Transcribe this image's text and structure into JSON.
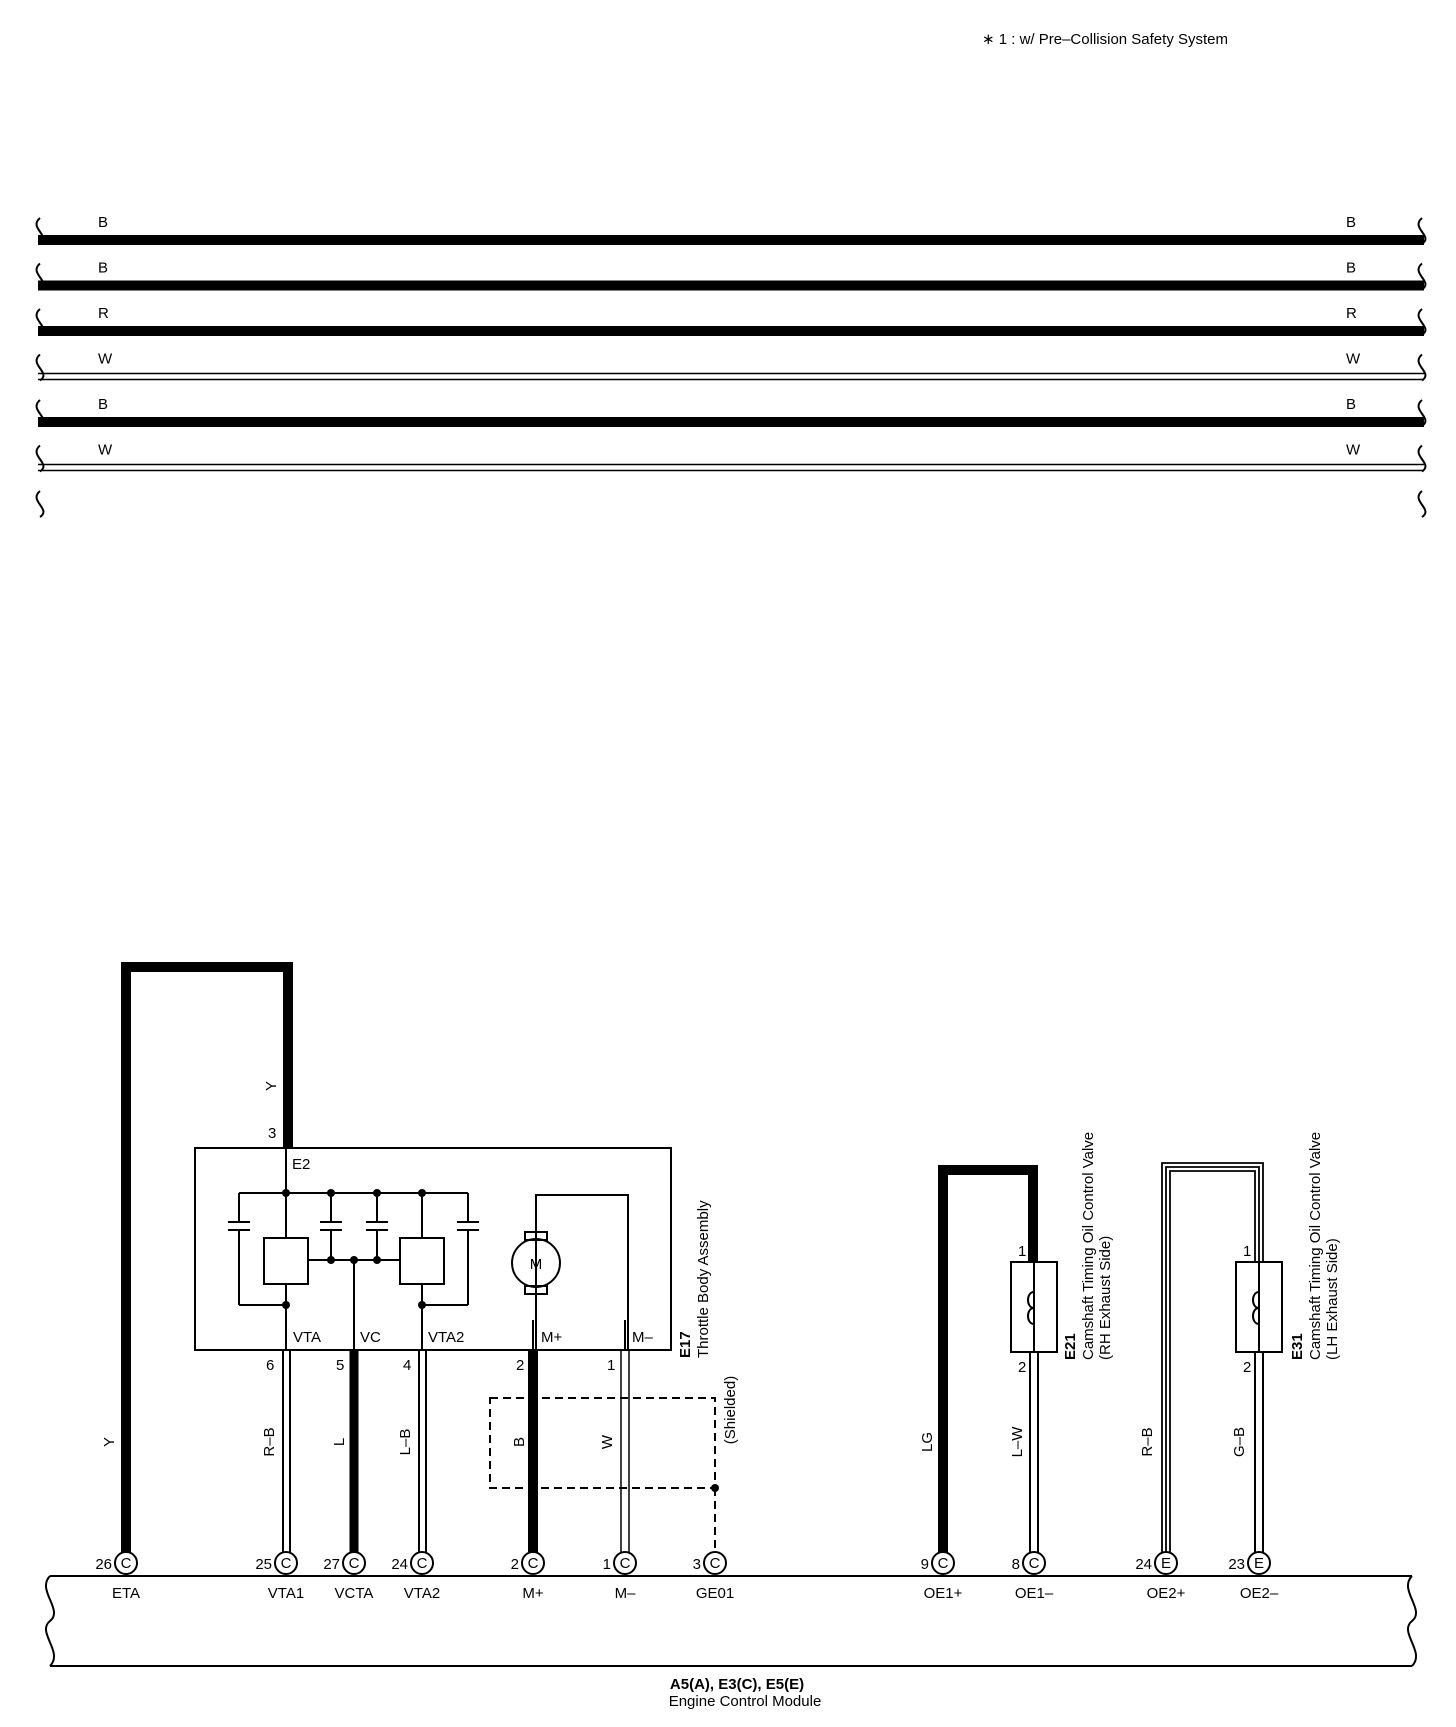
{
  "note": "∗ 1 : w/ Pre–Collision Safety System",
  "bus_wires": [
    {
      "color": "B",
      "style": "thick"
    },
    {
      "color": "B",
      "style": "thick"
    },
    {
      "color": "R",
      "style": "thick"
    },
    {
      "color": "W",
      "style": "double"
    },
    {
      "color": "B",
      "style": "thick"
    },
    {
      "color": "W",
      "style": "double"
    }
  ],
  "throttle": {
    "connector": "E17",
    "name": "Throttle Body Assembly",
    "e2_label": "E2",
    "e2_pin": "3",
    "terminals": [
      {
        "label": "VTA",
        "pin": "6"
      },
      {
        "label": "VC",
        "pin": "5"
      },
      {
        "label": "VTA2",
        "pin": "4"
      },
      {
        "label": "M+",
        "pin": "2"
      },
      {
        "label": "M–",
        "pin": "1"
      }
    ],
    "motor_symbol": "M",
    "shielded_label": "(Shielded)"
  },
  "cam_rh": {
    "connector": "E21",
    "name": "Camshaft Timing Oil Control Valve",
    "side": "(RH Exhaust Side)",
    "pin_top": "1",
    "pin_bottom": "2"
  },
  "cam_lh": {
    "connector": "E31",
    "name": "Camshaft Timing Oil Control Valve",
    "side": "(LH Exhaust Side)",
    "pin_top": "1",
    "pin_bottom": "2"
  },
  "wire_colors": {
    "eta_upper": "Y",
    "eta_lower": "Y",
    "vta1": "R–B",
    "vcta": "L",
    "vta2": "L–B",
    "mplus": "B",
    "mminus": "W",
    "oe1plus": "LG",
    "oe1minus": "L–W",
    "oe2plus": "R–B",
    "oe2minus": "G–B"
  },
  "ecm_pins": [
    {
      "num": "26",
      "conn": "C",
      "name": "ETA"
    },
    {
      "num": "25",
      "conn": "C",
      "name": "VTA1"
    },
    {
      "num": "27",
      "conn": "C",
      "name": "VCTA"
    },
    {
      "num": "24",
      "conn": "C",
      "name": "VTA2"
    },
    {
      "num": "2",
      "conn": "C",
      "name": "M+"
    },
    {
      "num": "1",
      "conn": "C",
      "name": "M–"
    },
    {
      "num": "3",
      "conn": "C",
      "name": "GE01"
    },
    {
      "num": "9",
      "conn": "C",
      "name": "OE1+"
    },
    {
      "num": "8",
      "conn": "C",
      "name": "OE1–"
    },
    {
      "num": "24",
      "conn": "E",
      "name": "OE2+"
    },
    {
      "num": "23",
      "conn": "E",
      "name": "OE2–"
    }
  ],
  "ecm": {
    "connectors": "A5(A), E3(C), E5(E)",
    "name": "Engine Control Module"
  }
}
